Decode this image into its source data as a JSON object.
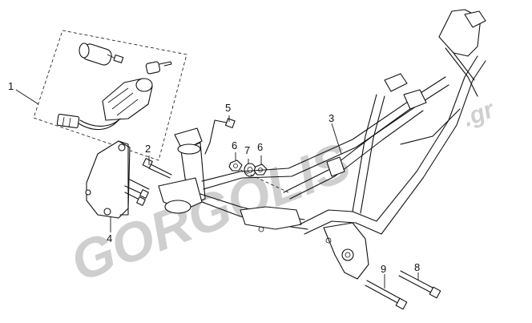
{
  "watermark": {
    "text": "GORGOLIS",
    "suffix": ".gr"
  },
  "callouts": [
    {
      "id": "1",
      "label": "1"
    },
    {
      "id": "2",
      "label": "2"
    },
    {
      "id": "3",
      "label": "3"
    },
    {
      "id": "4",
      "label": "4"
    },
    {
      "id": "5",
      "label": "5"
    },
    {
      "id": "6a",
      "label": "6"
    },
    {
      "id": "7",
      "label": "7"
    },
    {
      "id": "6b",
      "label": "6"
    },
    {
      "id": "8",
      "label": "8"
    },
    {
      "id": "9",
      "label": "9"
    }
  ]
}
